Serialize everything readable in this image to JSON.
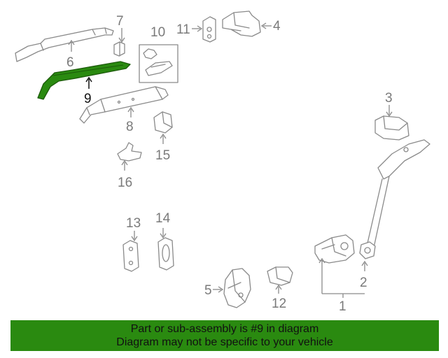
{
  "highlight_color": "#2a8a10",
  "banner": {
    "line1": "Part or sub-assembly is #9 in diagram",
    "line2": "Diagram may not be specific to your vehicle"
  },
  "callouts": {
    "c1": "1",
    "c2": "2",
    "c3": "3",
    "c4": "4",
    "c5": "5",
    "c6": "6",
    "c7": "7",
    "c8": "8",
    "c9": "9",
    "c10": "10",
    "c11": "11",
    "c12": "12",
    "c13": "13",
    "c14": "14",
    "c15": "15",
    "c16": "16"
  }
}
